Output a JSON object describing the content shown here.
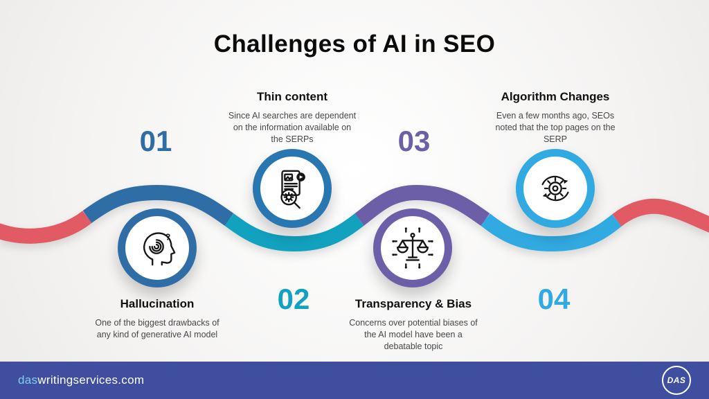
{
  "title": "Challenges of AI in SEO",
  "items": [
    {
      "number": "01",
      "title": "Hallucination",
      "description": "One of the biggest drawbacks of any kind of generative AI model",
      "icon": "head-spiral-icon",
      "ring_color": "#2f6da6",
      "number_color": "#2f6da6",
      "position": "bottom"
    },
    {
      "number": "02",
      "title": "Thin content",
      "description": "Since AI searches are dependent on the information available on the SERPs",
      "icon": "document-media-search-icon",
      "ring_color": "#2877b0",
      "number_color": "#12a2c0",
      "position": "top"
    },
    {
      "number": "03",
      "title": "Transparency & Bias",
      "description": "Concerns over potential biases of the AI model have been a debatable topic",
      "icon": "scales-circuit-icon",
      "ring_color": "#6c5fa7",
      "number_color": "#6c5fa7",
      "position": "bottom"
    },
    {
      "number": "04",
      "title": "Algorithm Changes",
      "description": "Even a few months ago, SEOs noted that the top pages on the SERP",
      "icon": "gear-cycle-icon",
      "ring_color": "#31a9e1",
      "number_color": "#31a9e1",
      "position": "top"
    }
  ],
  "wave_colors": {
    "red": "#e25b64",
    "blue": "#2f6da6",
    "teal": "#12a2c0",
    "purple": "#6c5fa7",
    "light_blue": "#31a9e1"
  },
  "footer": {
    "site_prefix": "das",
    "site_rest": "writingservices.com",
    "accent_color": "#7fd0f2",
    "background_color": "#3f4e9e",
    "logo_text": "DAS"
  }
}
